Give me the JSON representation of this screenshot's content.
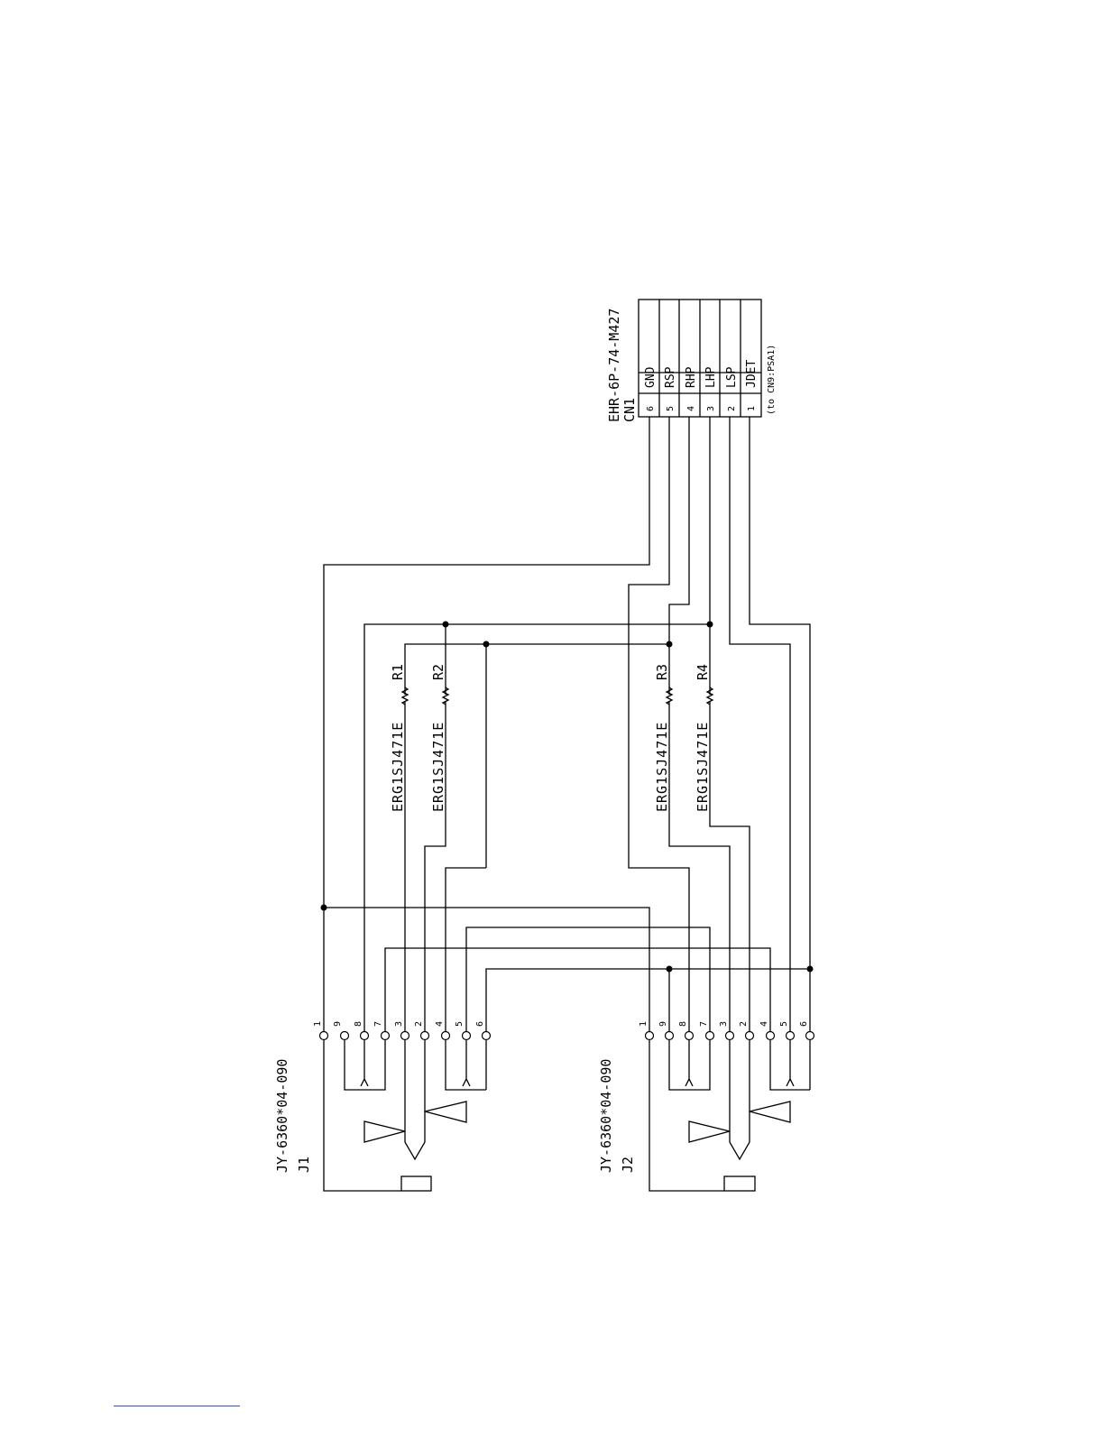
{
  "connector_cn1": {
    "part": "EHR-6P-74-M427",
    "ref": "CN1",
    "note": "(to CN9:PSA1)",
    "pins": [
      {
        "num": "6",
        "signal": "GND"
      },
      {
        "num": "5",
        "signal": "RSP"
      },
      {
        "num": "4",
        "signal": "RHP"
      },
      {
        "num": "3",
        "signal": "LHP"
      },
      {
        "num": "2",
        "signal": "LSP"
      },
      {
        "num": "1",
        "signal": "JDET"
      }
    ]
  },
  "resistors": [
    {
      "ref": "R1",
      "part": "ERG1SJ471E"
    },
    {
      "ref": "R2",
      "part": "ERG1SJ471E"
    },
    {
      "ref": "R3",
      "part": "ERG1SJ471E"
    },
    {
      "ref": "R4",
      "part": "ERG1SJ471E"
    }
  ],
  "jacks": [
    {
      "ref": "J1",
      "part": "JY-6360*04-090",
      "pins": [
        "1",
        "9",
        "8",
        "7",
        "3",
        "2",
        "4",
        "5",
        "6"
      ]
    },
    {
      "ref": "J2",
      "part": "JY-6360*04-090",
      "pins": [
        "1",
        "9",
        "8",
        "7",
        "3",
        "2",
        "4",
        "5",
        "6"
      ]
    }
  ]
}
